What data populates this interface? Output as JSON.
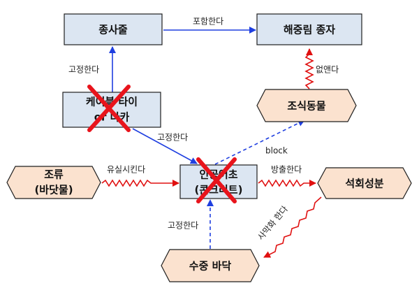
{
  "nodes": {
    "jongsajul": "종사줄",
    "haejung_seed": "해중림 종자",
    "cable_tie_line1": "케이블 타이",
    "cable_tie_line2": "or 다카",
    "herbivore": "조식동물",
    "reef_line1": "인공어초",
    "reef_line2": "(콘크리트)",
    "algae_line1": "조류",
    "algae_line2": "(바닷물)",
    "lime": "석회성분",
    "seabed": "수중 바닥"
  },
  "edges": {
    "contains": "포함한다",
    "fix_top": "고정한다",
    "removes": "없앤다",
    "fix_mid": "고정한다",
    "block": "block",
    "wash_away": "유실시킨다",
    "emits": "방출한다",
    "desert": "사막화 한다",
    "fix_bottom": "고정한다"
  },
  "colors": {
    "rect_fill": "#dce6f2",
    "hex_fill": "#fbe2cf",
    "blue_edge": "#1f3fe0",
    "red_edge": "#e01010",
    "cross": "#e8141c"
  }
}
